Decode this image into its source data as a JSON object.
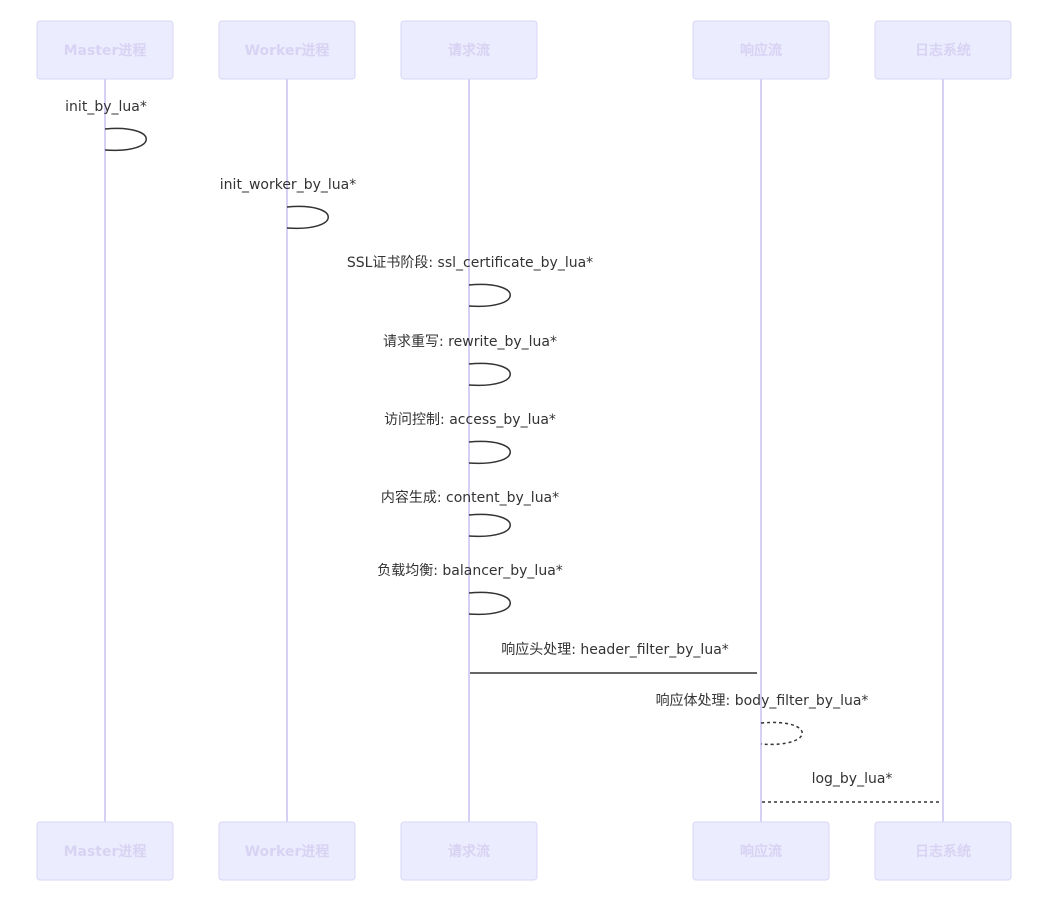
{
  "diagram": {
    "participants": [
      {
        "id": "master",
        "label": "Master进程"
      },
      {
        "id": "worker",
        "label": "Worker进程"
      },
      {
        "id": "request",
        "label": "请求流"
      },
      {
        "id": "response",
        "label": "响应流"
      },
      {
        "id": "log",
        "label": "日志系统"
      }
    ],
    "messages": [
      {
        "from": "master",
        "to": "master",
        "label": "init_by_lua*",
        "style": "solid"
      },
      {
        "from": "worker",
        "to": "worker",
        "label": "init_worker_by_lua*",
        "style": "solid"
      },
      {
        "from": "request",
        "to": "request",
        "label": "SSL证书阶段: ssl_certificate_by_lua*",
        "style": "solid"
      },
      {
        "from": "request",
        "to": "request",
        "label": "请求重写: rewrite_by_lua*",
        "style": "solid"
      },
      {
        "from": "request",
        "to": "request",
        "label": "访问控制: access_by_lua*",
        "style": "solid"
      },
      {
        "from": "request",
        "to": "request",
        "label": "内容生成: content_by_lua*",
        "style": "solid"
      },
      {
        "from": "request",
        "to": "request",
        "label": "负载均衡: balancer_by_lua*",
        "style": "solid"
      },
      {
        "from": "request",
        "to": "response",
        "label": "响应头处理: header_filter_by_lua*",
        "style": "solid"
      },
      {
        "from": "response",
        "to": "response",
        "label": "响应体处理: body_filter_by_lua*",
        "style": "dashed"
      },
      {
        "from": "response",
        "to": "log",
        "label": "log_by_lua*",
        "style": "dashed"
      }
    ]
  }
}
